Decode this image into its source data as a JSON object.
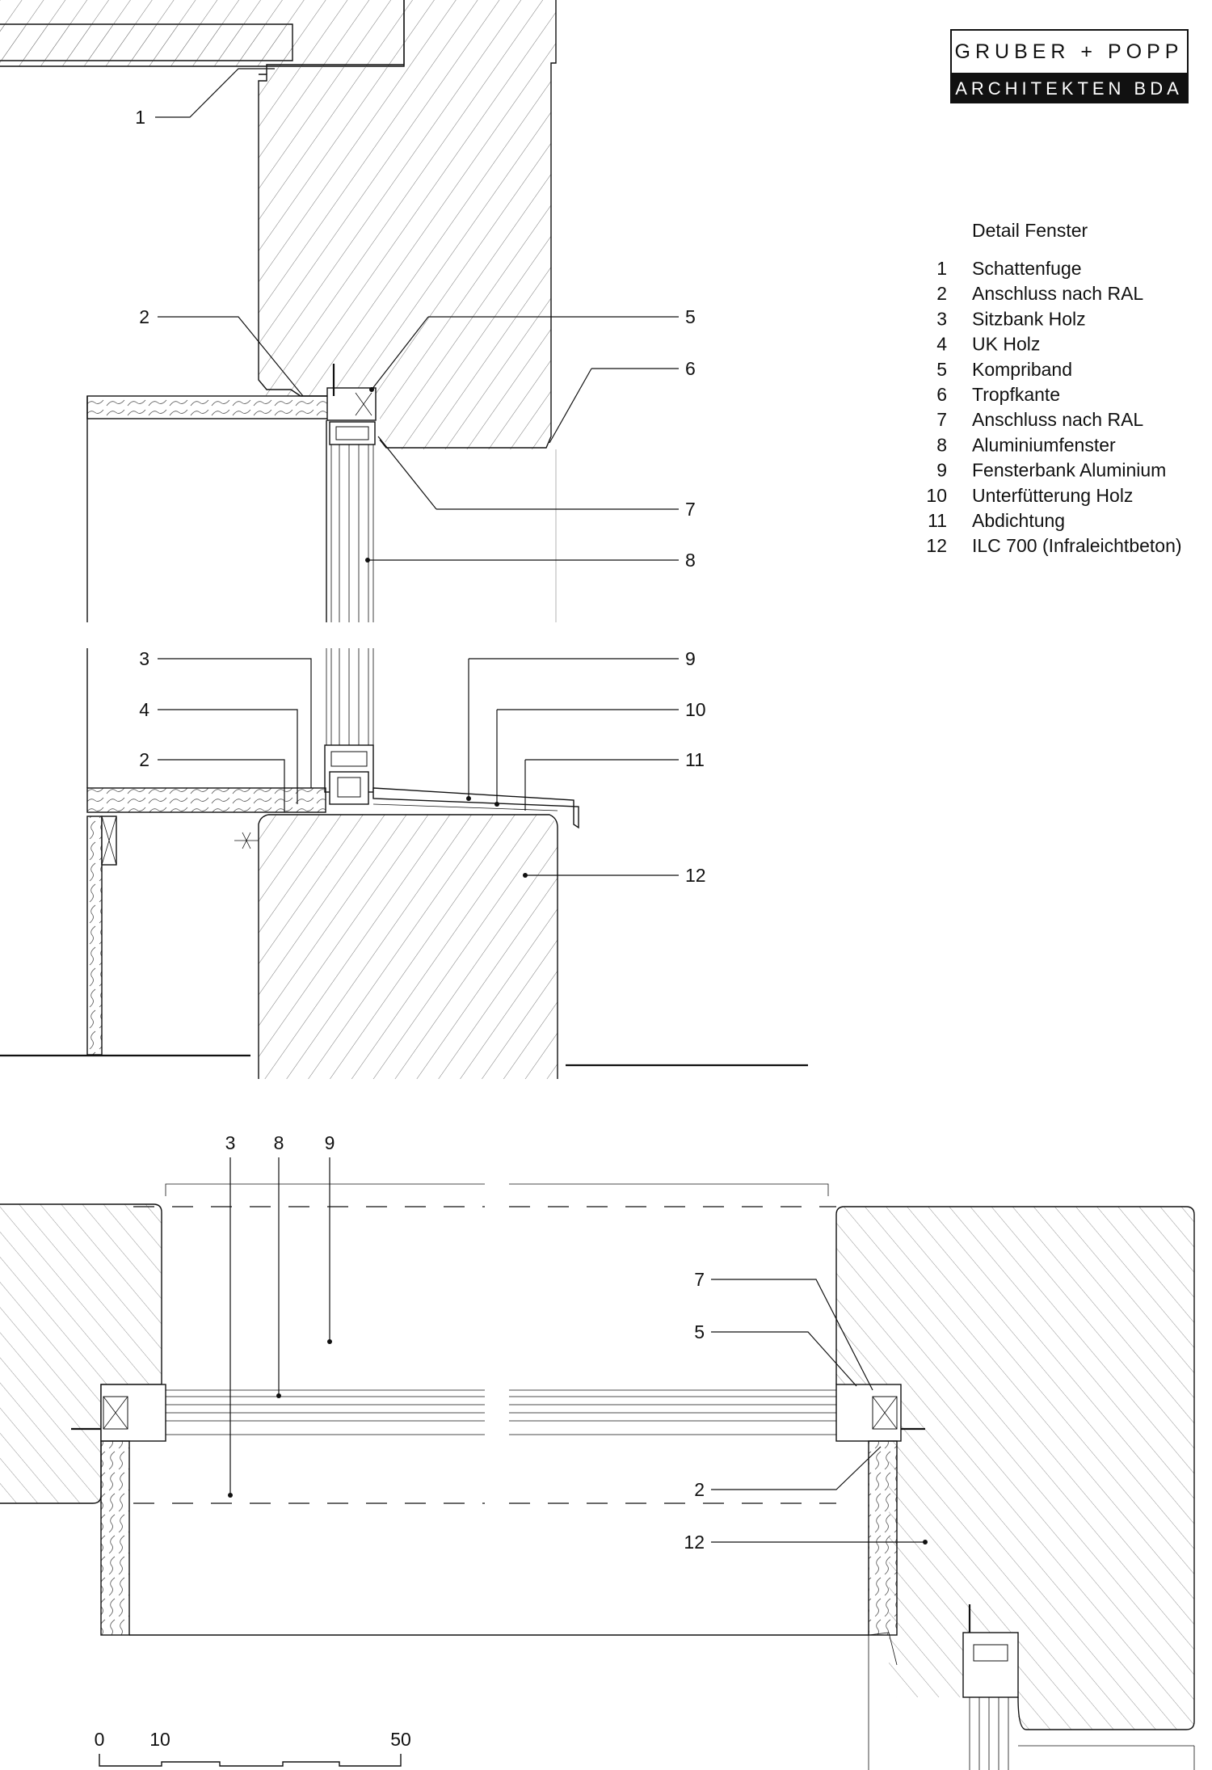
{
  "logo": {
    "line1": "GRUBER + POPP",
    "line2": "ARCHITEKTEN BDA"
  },
  "legend": {
    "title": "Detail Fenster",
    "items": [
      {
        "num": "1",
        "text": "Schattenfuge"
      },
      {
        "num": "2",
        "text": "Anschluss nach RAL"
      },
      {
        "num": "3",
        "text": "Sitzbank Holz"
      },
      {
        "num": "4",
        "text": "UK Holz"
      },
      {
        "num": "5",
        "text": "Kompriband"
      },
      {
        "num": "6",
        "text": "Tropfkante"
      },
      {
        "num": "7",
        "text": "Anschluss nach RAL"
      },
      {
        "num": "8",
        "text": "Aluminiumfenster"
      },
      {
        "num": "9",
        "text": "Fensterbank Aluminium"
      },
      {
        "num": "10",
        "text": "Unterfütterung Holz"
      },
      {
        "num": "11",
        "text": "Abdichtung"
      },
      {
        "num": "12",
        "text": "ILC 700 (Infraleichtbeton)"
      }
    ]
  },
  "section_callouts": {
    "c1": "1",
    "c2a": "2",
    "c5": "5",
    "c6": "6",
    "c7": "7",
    "c8": "8",
    "c3": "3",
    "c4": "4",
    "c2b": "2",
    "c9": "9",
    "c10": "10",
    "c11": "11",
    "c12": "12"
  },
  "plan_callouts": {
    "top3": "3",
    "top8": "8",
    "top9": "9",
    "c7": "7",
    "c5": "5",
    "c2": "2",
    "c12": "12"
  },
  "scale_bar": {
    "labels": [
      "0",
      "10",
      "50"
    ]
  }
}
